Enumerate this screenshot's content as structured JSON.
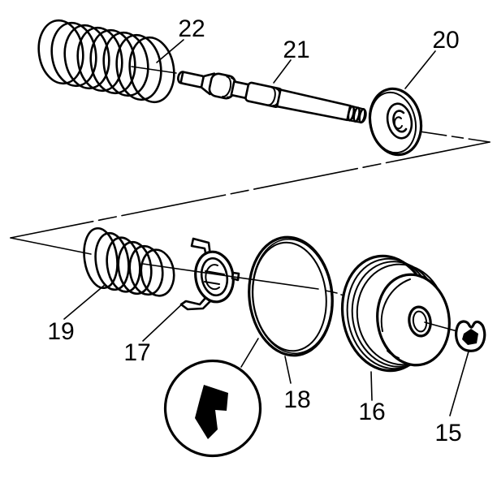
{
  "diagram": {
    "background_color": "#ffffff",
    "line_color": "#000000",
    "callouts": [
      {
        "label": "22"
      },
      {
        "label": "21"
      },
      {
        "label": "20"
      },
      {
        "label": "19"
      },
      {
        "label": "17"
      },
      {
        "label": "18"
      },
      {
        "label": "16"
      },
      {
        "label": "15"
      }
    ]
  }
}
